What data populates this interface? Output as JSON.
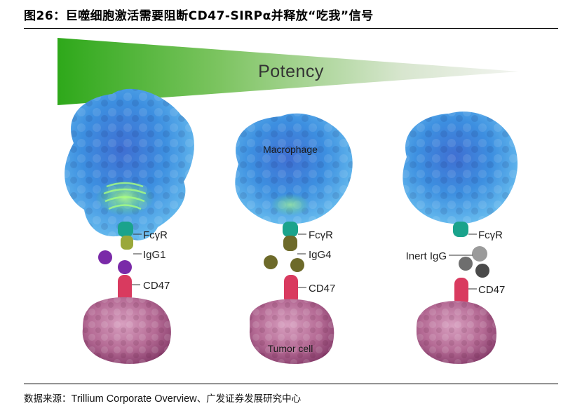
{
  "figure": {
    "title": "图26：巨噬细胞激活需要阻断CD47-SIRPα并释放“吃我”信号"
  },
  "diagram": {
    "potency_label": "Potency",
    "macrophage_label": "Macrophage",
    "tumor_label": "Tumor cell",
    "panels": [
      {
        "receptor": "FcγR",
        "antibody": "IgG1",
        "target": "CD47"
      },
      {
        "receptor": "FcγR",
        "antibody": "IgG4",
        "target": "CD47"
      },
      {
        "receptor": "FcγR",
        "antibody": "Inert IgG",
        "target": "CD47"
      }
    ]
  },
  "source": {
    "prefix": "数据来源：",
    "text": "Trillium Corporate Overview",
    "suffix": "、广发证券发展研究中心"
  }
}
